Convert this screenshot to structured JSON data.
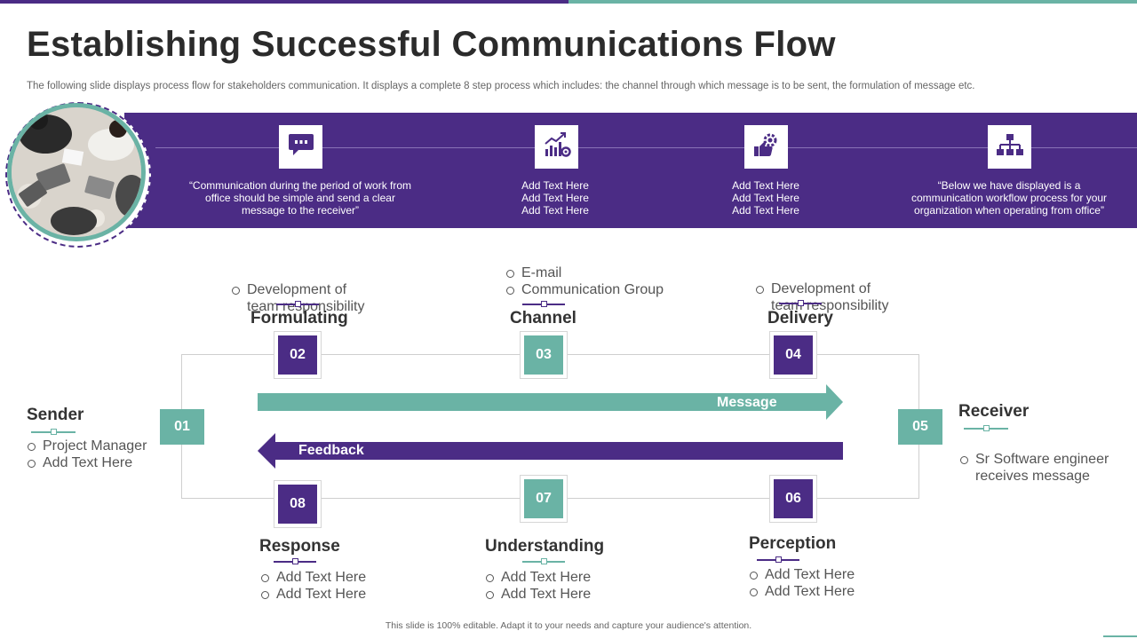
{
  "title": "Establishing Successful Communications Flow",
  "subtitle": "The following slide displays process flow for stakeholders communication. It displays a complete 8 step process which includes: the channel through which message is to be sent, the formulation of message etc.",
  "banner": [
    {
      "icon": "chat-icon",
      "lines": [
        "“Communication during the period of work from",
        "office should be simple and send a clear",
        "message to the receiver”"
      ]
    },
    {
      "icon": "growth-chart-icon",
      "lines": [
        "Add Text Here",
        "Add Text Here",
        "Add Text Here"
      ]
    },
    {
      "icon": "thumbs-up-gear-icon",
      "lines": [
        "Add Text Here",
        "Add Text Here",
        "Add Text Here"
      ]
    },
    {
      "icon": "org-chart-icon",
      "lines": [
        "“Below we have displayed is a",
        "communication workflow process for your",
        "organization when operating from office”"
      ]
    }
  ],
  "steps": {
    "s01": {
      "num": "01",
      "label": "Sender",
      "bullets": [
        "Project Manager",
        "Add Text Here"
      ]
    },
    "s02": {
      "num": "02",
      "label": "Formulating",
      "bullets": [
        "Development of\nteam responsibility"
      ]
    },
    "s03": {
      "num": "03",
      "label": "Channel",
      "bullets": [
        "E-mail",
        "Communication Group"
      ]
    },
    "s04": {
      "num": "04",
      "label": "Delivery",
      "bullets": [
        "Development of\nteam responsibility"
      ]
    },
    "s05": {
      "num": "05",
      "label": "Receiver",
      "bullets": [
        "Sr Software engineer\nreceives message"
      ]
    },
    "s06": {
      "num": "06",
      "label": "Perception",
      "bullets": [
        "Add Text Here",
        "Add Text Here"
      ]
    },
    "s07": {
      "num": "07",
      "label": "Understanding",
      "bullets": [
        "Add Text Here",
        "Add Text Here"
      ]
    },
    "s08": {
      "num": "08",
      "label": "Response",
      "bullets": [
        "Add Text Here",
        "Add Text Here"
      ]
    }
  },
  "arrows": {
    "message": "Message",
    "feedback": "Feedback"
  },
  "footer": "This slide is 100% editable. Adapt it to your needs and capture your audience's attention.",
  "colors": {
    "purple": "#4b2c85",
    "teal": "#6ab3a5"
  }
}
